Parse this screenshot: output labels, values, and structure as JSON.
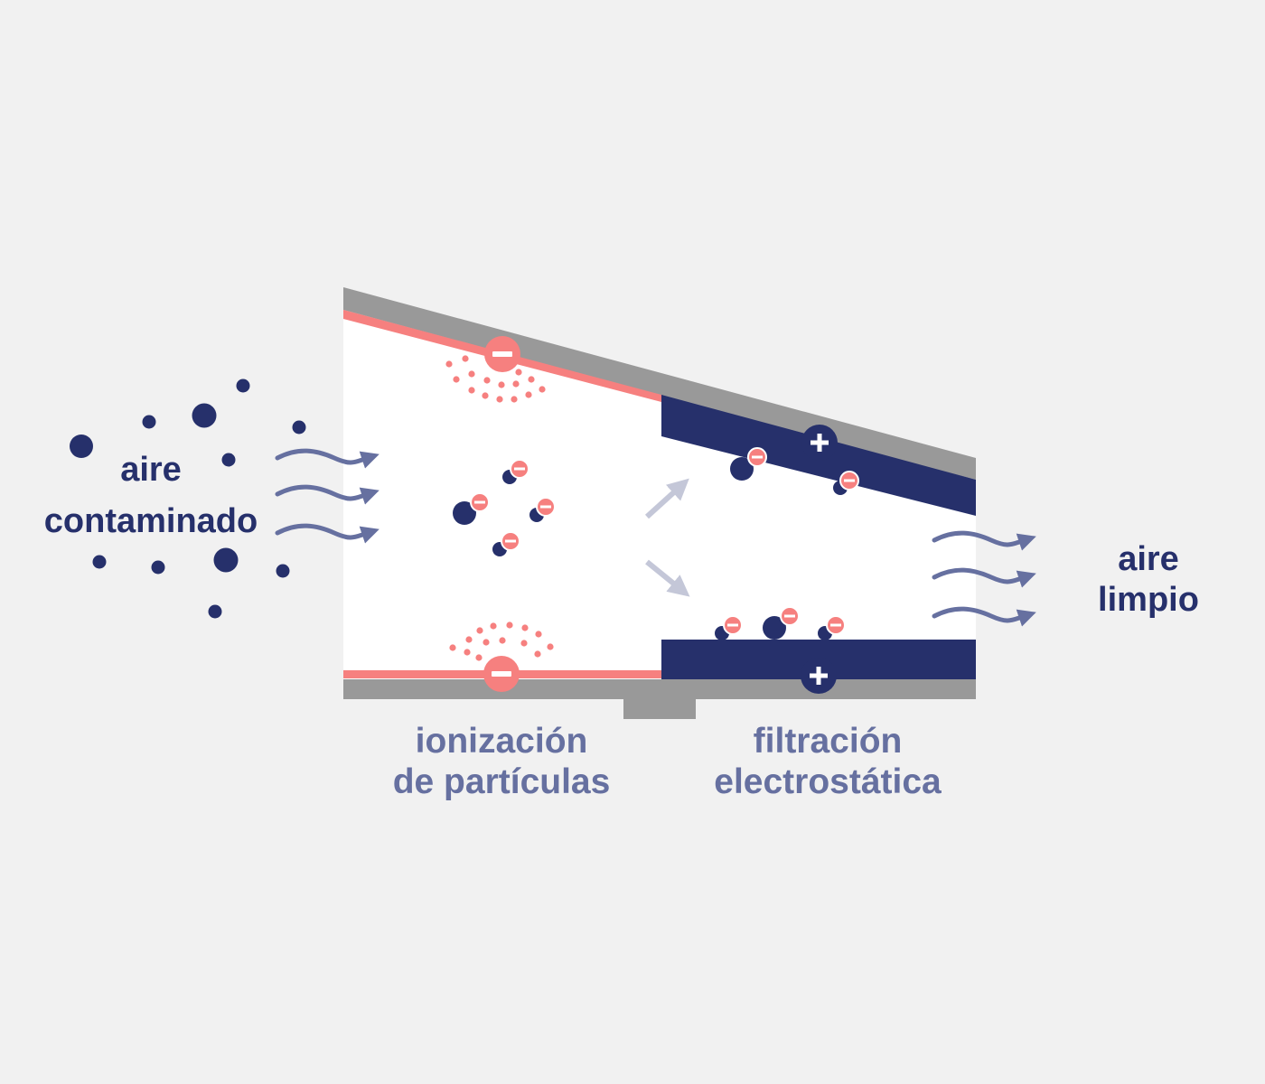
{
  "labels": {
    "input_line1": "aire",
    "input_line2": "contaminado",
    "output_line1": "aire",
    "output_line2": "limpio",
    "stage1_line1": "ionización",
    "stage1_line2": "de partículas",
    "stage2_line1": "filtración",
    "stage2_line2": "electrostática"
  },
  "signs": {
    "negative": "−",
    "positive": "+"
  },
  "colors": {
    "background": "#f1f1f1",
    "housing": "#999999",
    "chamber": "#ffffff",
    "negative_plate": "#f6807f",
    "positive_plate": "#26306b",
    "particle": "#26306b",
    "airflow_arrow": "#6670a0",
    "deflection_arrow": "#c4c7d8"
  },
  "icons": {
    "negative_electrode": "minus-circle-icon",
    "positive_electrode": "plus-circle-icon",
    "airflow": "wavy-arrow-icon",
    "deflection": "diagonal-arrow-icon",
    "particle": "dot-icon"
  }
}
